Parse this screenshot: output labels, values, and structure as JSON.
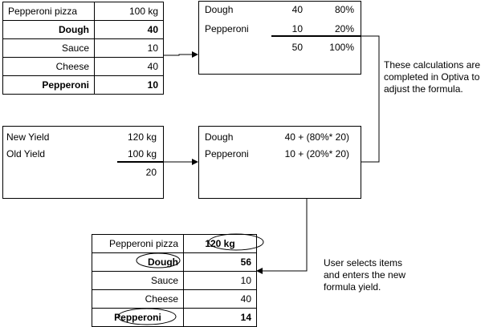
{
  "top_table": {
    "rows": [
      {
        "item": "Pepperoni pizza",
        "value": "100 kg"
      },
      {
        "item": "Dough",
        "value": "40"
      },
      {
        "item": "Sauce",
        "value": "10"
      },
      {
        "item": "Cheese",
        "value": "40"
      },
      {
        "item": "Pepperoni",
        "value": "10"
      }
    ]
  },
  "percent_box": {
    "rows": [
      {
        "item": "Dough",
        "value": "40",
        "percent": "80%"
      },
      {
        "item": "Pepperoni",
        "value": "10",
        "percent": "20%"
      }
    ],
    "total_value": "50",
    "total_percent": "100%"
  },
  "note_calc": {
    "lines": [
      "These calculations are",
      "completed in Optiva to",
      "adjust the formula."
    ]
  },
  "yield_box": {
    "new_label": "New Yield",
    "new_value": "120 kg",
    "old_label": "Old Yield",
    "old_value": "100 kg",
    "diff": "20"
  },
  "adjust_box": {
    "rows": [
      {
        "item": "Dough",
        "formula": "40 + (80%* 20)"
      },
      {
        "item": "Pepperoni",
        "formula": "10 + (20%* 20)"
      }
    ]
  },
  "bottom_table": {
    "rows": [
      {
        "item": "Pepperoni pizza",
        "value": "120 kg"
      },
      {
        "item": "Dough",
        "value": "56"
      },
      {
        "item": "Sauce",
        "value": "10"
      },
      {
        "item": "Cheese",
        "value": "40"
      },
      {
        "item": "Pepperoni",
        "value": "14"
      }
    ]
  },
  "note_user": {
    "lines": [
      "User selects items",
      "and enters the new",
      "formula yield."
    ]
  }
}
